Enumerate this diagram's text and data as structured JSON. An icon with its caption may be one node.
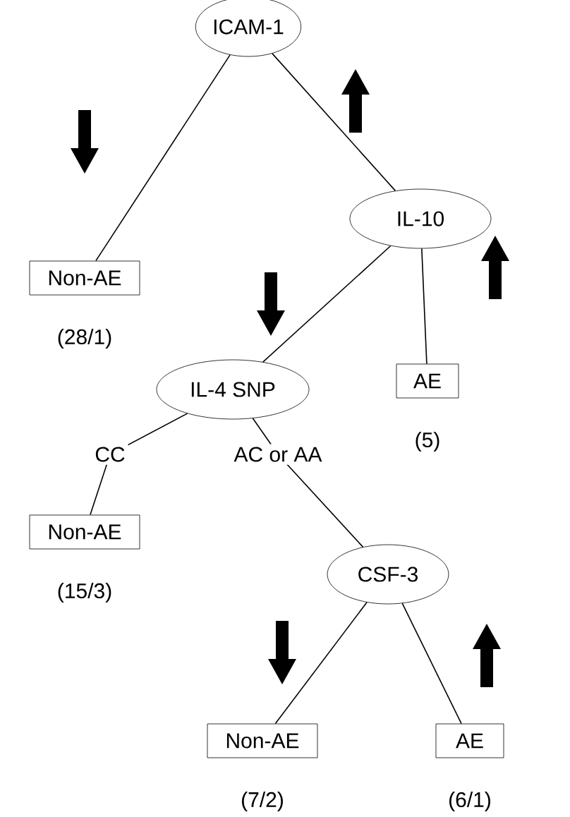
{
  "diagram": {
    "nodes": [
      {
        "text": [
          "ICAM-1"
        ]
      },
      {
        "text": [
          "Non-AE"
        ],
        "beside": [
          "(28/1)"
        ]
      },
      {
        "text": [
          "IL-10"
        ]
      },
      {
        "text": [
          "IL-4 SNP"
        ]
      },
      {
        "text": [
          "AE"
        ],
        "beside": [
          "(5)"
        ]
      },
      {
        "text": [
          "Non-AE"
        ],
        "beside": [
          "(15/3)"
        ]
      },
      {
        "text": [
          "CSF-3"
        ]
      },
      {
        "text": [
          "Non-AE"
        ],
        "beside": [
          "(7/2)"
        ]
      },
      {
        "text": [
          "AE"
        ],
        "beside": [
          "(6/1)"
        ]
      }
    ],
    "edges": [
      {
        "from": 0,
        "to": 1,
        "arrow": "none"
      },
      {
        "from": 0,
        "to": 2,
        "arrow": "none"
      },
      {
        "from": 2,
        "to": 3,
        "arrow": "none"
      },
      {
        "from": 2,
        "to": 4,
        "arrow": "none"
      },
      {
        "from": 3,
        "to": 5,
        "arrow": "none",
        "label": "CC"
      },
      {
        "from": 3,
        "to": 6,
        "arrow": "none",
        "label": "AC or AA"
      },
      {
        "from": 6,
        "to": 7,
        "arrow": "none"
      },
      {
        "from": 6,
        "to": 8,
        "arrow": "none"
      }
    ]
  }
}
